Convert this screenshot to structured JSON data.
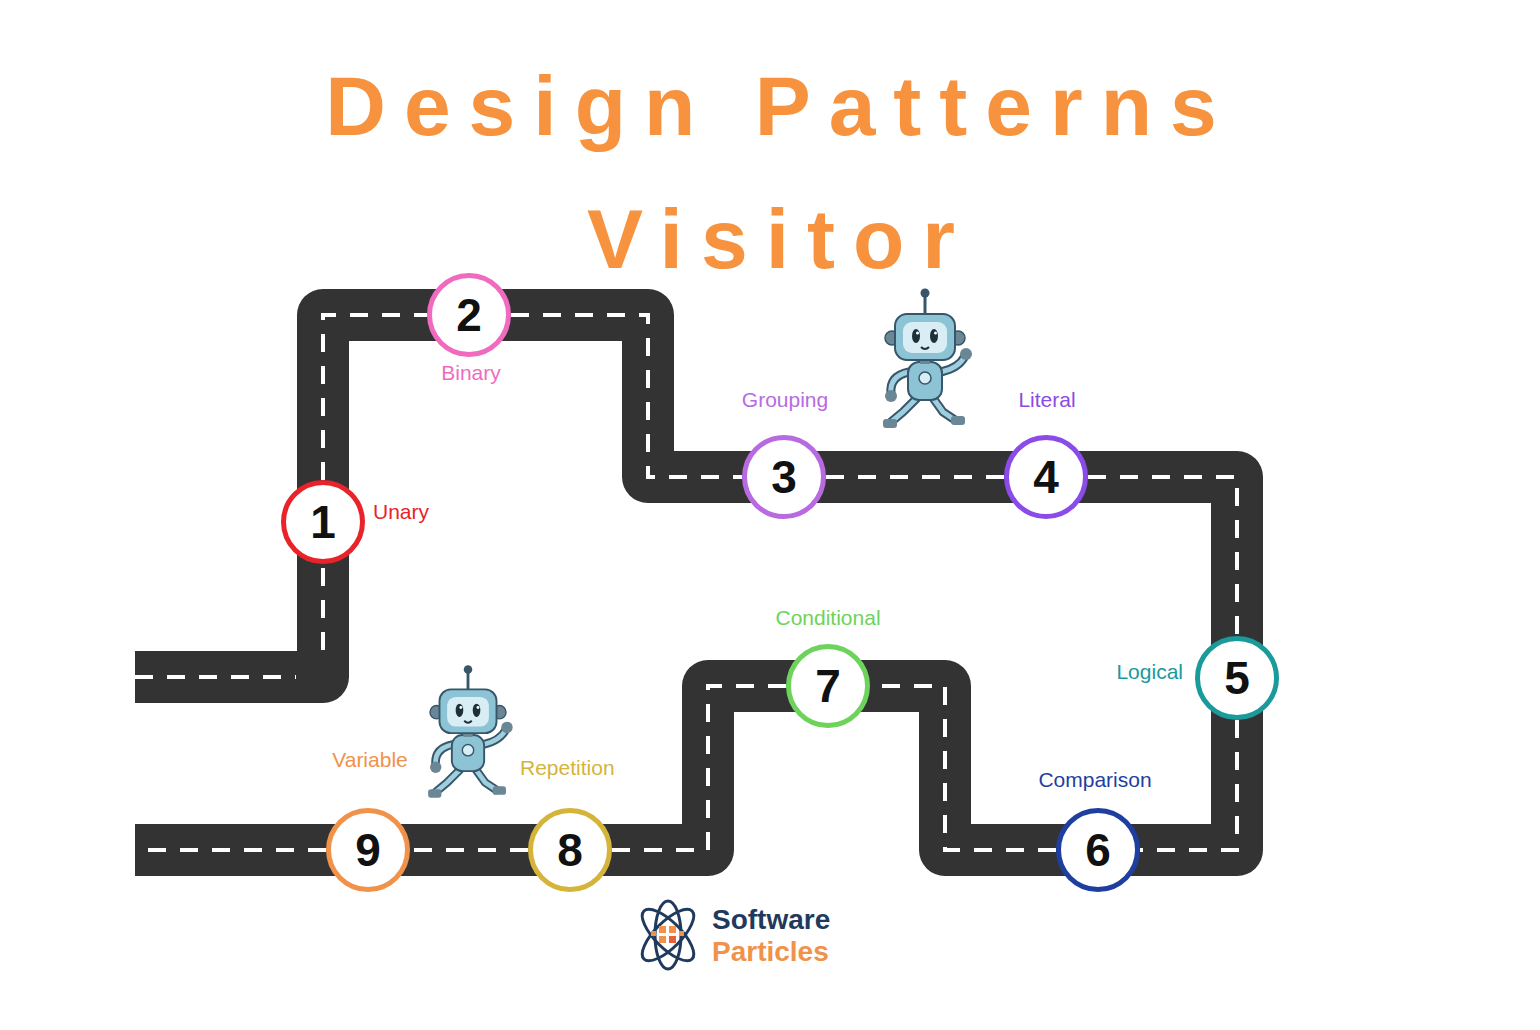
{
  "diagram": {
    "title": "Design Patterns Visitor",
    "nodes": [
      {
        "text": [
          "1",
          "Unary"
        ]
      },
      {
        "text": [
          "2",
          "Binary"
        ]
      },
      {
        "text": [
          "3",
          "Grouping"
        ]
      },
      {
        "text": [
          "4",
          "Literal"
        ]
      },
      {
        "text": [
          "5",
          "Logical"
        ]
      },
      {
        "text": [
          "6",
          "Comparison"
        ]
      },
      {
        "text": [
          "7",
          "Conditional"
        ]
      },
      {
        "text": [
          "8",
          "Repetition"
        ]
      },
      {
        "text": [
          "9",
          "Variable"
        ]
      }
    ],
    "edges": [
      {
        "from": 0,
        "to": 1,
        "arrow": "none"
      },
      {
        "from": 1,
        "to": 2,
        "arrow": "none"
      },
      {
        "from": 2,
        "to": 3,
        "arrow": "none"
      },
      {
        "from": 3,
        "to": 4,
        "arrow": "none"
      },
      {
        "from": 4,
        "to": 5,
        "arrow": "none"
      },
      {
        "from": 5,
        "to": 6,
        "arrow": "none"
      },
      {
        "from": 6,
        "to": 7,
        "arrow": "none"
      },
      {
        "from": 7,
        "to": 8,
        "arrow": "none"
      }
    ],
    "labels": [
      "Software",
      "Particles"
    ]
  }
}
